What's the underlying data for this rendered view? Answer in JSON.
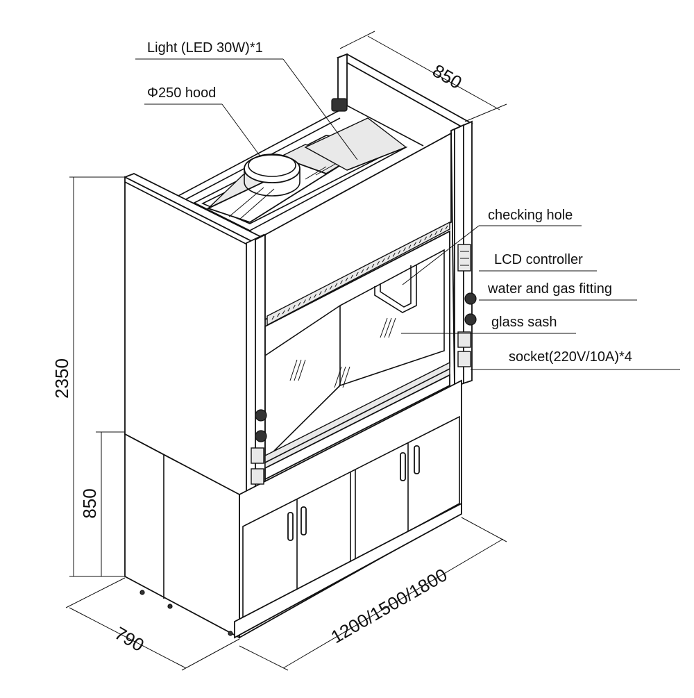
{
  "labels": {
    "light": "Light (LED 30W)*1",
    "hood": "Φ250 hood",
    "checking_hole": "checking hole",
    "lcd_controller": "LCD controller",
    "water_gas": "water and gas fitting",
    "glass_sash": "glass sash",
    "socket": "socket(220V/10A)*4"
  },
  "dimensions": {
    "depth_top": "850",
    "height_total": "2350",
    "height_base": "850",
    "depth_bottom": "790",
    "width_options": "1200/1500/1800"
  }
}
